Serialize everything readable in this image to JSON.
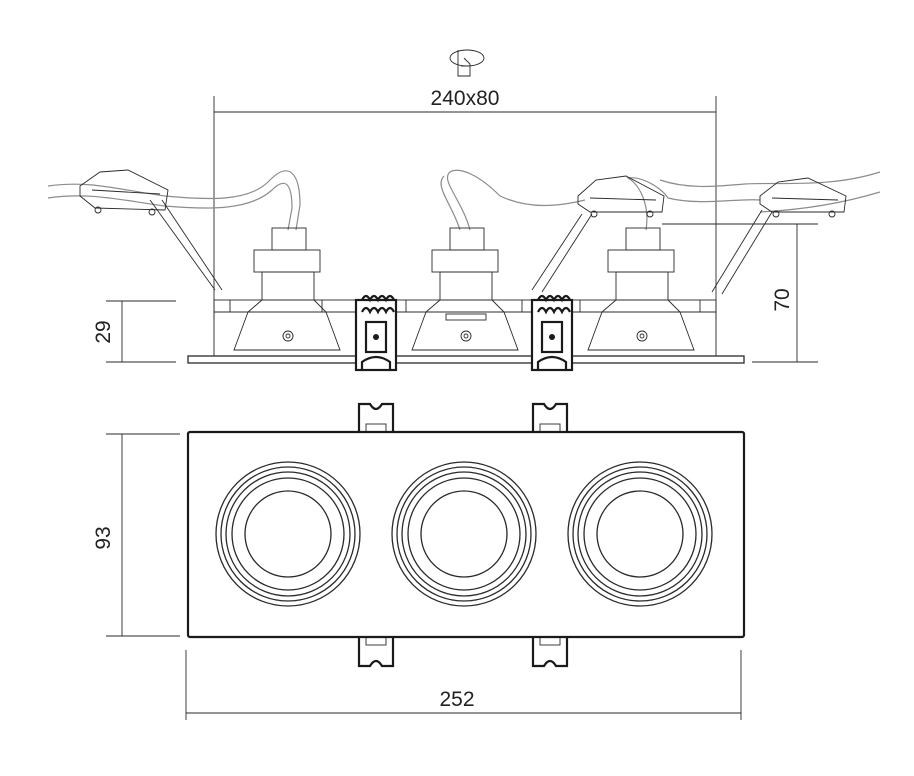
{
  "dimensions": {
    "cutout": "240x80",
    "overall_width": "252",
    "overall_height": "93",
    "depth": "70",
    "thickness": "29"
  },
  "icons": {
    "cutout_symbol": "hole-saw-icon"
  },
  "view": {
    "side_view_lamps": 3,
    "top_view_rings": 3
  }
}
